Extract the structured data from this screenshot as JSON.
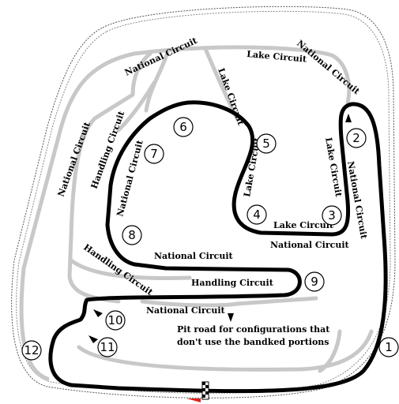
{
  "labels": {
    "national_top_left": "National Circuit",
    "national_top_right": "National Circuit",
    "lake_top": "Lake Circuit",
    "lake_inner_vertical": "Lake Circuit",
    "national_left": "National Circuit",
    "handling_left_vertical": "Handling Circuit",
    "national_inner_left": "National Circuit",
    "lake_right_vertical": "Lake Circuit",
    "national_right_vertical": "National Circuit",
    "lake_inner_vertical_2": "Lake Circuit",
    "lake_bottom": "Lake Circuit",
    "national_bottom_right": "National Circuit",
    "national_middle": "National Circuit",
    "handling_left_diag": "Handling Circuit",
    "handling_middle": "Handling Circuit",
    "national_lower": "National Circuit",
    "pit_note_line1": "Pit road for configurations that",
    "pit_note_line2": "don't use the bandked portions"
  },
  "turns": [
    "1",
    "2",
    "3",
    "4",
    "5",
    "6",
    "7",
    "8",
    "9",
    "10",
    "11",
    "12"
  ],
  "colors": {
    "active_track": "#000000",
    "inactive_track": "#c8c8c8",
    "banking_outline": "#555555",
    "start_flag": "#e0201b"
  }
}
